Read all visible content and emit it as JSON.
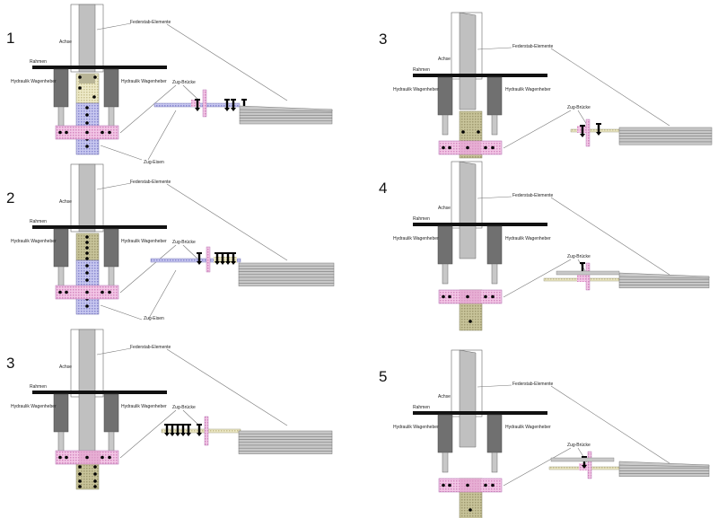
{
  "panels": [
    {
      "number": "1",
      "variant": "L1",
      "labels": {
        "axle": "Achse",
        "spring": "Federstab-Elemente",
        "frame": "Rahmen",
        "jack_left": "Hydraulik Wagenheber",
        "jack_right": "Hydraulik Wagenheber",
        "bridge": "Zug-Brücke",
        "iron": "Zug-Eisen"
      }
    },
    {
      "number": "2",
      "variant": "L2",
      "labels": {
        "axle": "Achse",
        "spring": "Federstab-Elemente",
        "frame": "Rahmen",
        "jack_left": "Hydraulik Wagenheber",
        "jack_right": "Hydraulik Wagenheber",
        "bridge": "Zug-Brücke",
        "iron": "Zug-Eisen"
      }
    },
    {
      "number": "3",
      "variant": "L3",
      "labels": {
        "axle": "Achse",
        "spring": "Federstab-Elemente",
        "frame": "Rahmen",
        "jack_left": "Hydraulik Wagenheber",
        "jack_right": "Hydraulik Wagenheber",
        "bridge": "Zug-Brücke"
      }
    },
    {
      "number": "3",
      "variant": "R3",
      "labels": {
        "axle": "Achse",
        "spring": "Federstab-Elemente",
        "frame": "Rahmen",
        "jack_left": "Hydraulik Wagenheber",
        "jack_right": "Hydraulik Wagenheber",
        "bridge": "Zug-Brücke"
      }
    },
    {
      "number": "4",
      "variant": "R4",
      "labels": {
        "axle": "Achse",
        "spring": "Federstab-Elemente",
        "frame": "Rahmen",
        "jack_left": "Hydraulik Wagenheber",
        "jack_right": "Hydraulik Wagenheber",
        "bridge": "Zug-Brücke"
      }
    },
    {
      "number": "5",
      "variant": "R5",
      "labels": {
        "axle": "Achse",
        "spring": "Federstab-Elemente",
        "frame": "Rahmen",
        "jack_left": "Hydraulik Wagenheber",
        "jack_right": "Hydraulik Wagenheber",
        "bridge": "Zug-Brücke"
      }
    }
  ],
  "colors": {
    "frame": "#111111",
    "jack": "#707070",
    "rod": "#c8c8c8",
    "axle": "#c0c0c0",
    "crossbar": "#f3c6e6",
    "tension_iron": "#c8c8f0",
    "block": "#eeeac8",
    "leaf": "#c8c8c8"
  }
}
